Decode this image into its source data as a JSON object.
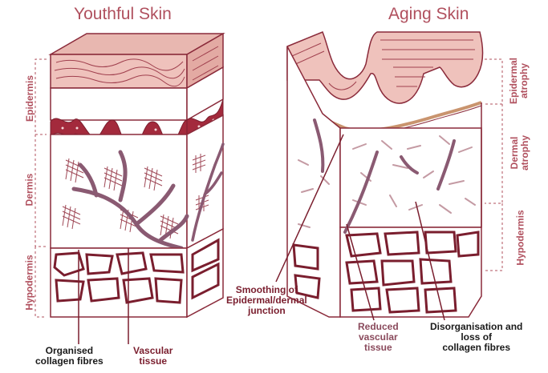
{
  "titles": {
    "youthful": "Youthful Skin",
    "aging": "Aging Skin"
  },
  "left_layers": {
    "epidermis": "Epidermis",
    "dermis": "Dermis",
    "hypodermis": "Hypodermis"
  },
  "right_layers": {
    "epidermal_atrophy": [
      "Epidermal",
      "atrophy"
    ],
    "dermal_atrophy": [
      "Dermal",
      "atrophy"
    ],
    "hypodermis": "Hypodermis"
  },
  "annotations": {
    "organised_collagen": [
      "Organised",
      "collagen fibres"
    ],
    "vascular_tissue": [
      "Vascular",
      "tissue"
    ],
    "smoothing": [
      "Smoothing of",
      "Epidermal/dermal",
      "junction"
    ],
    "reduced_vascular": [
      "Reduced",
      "vascular",
      "tissue"
    ],
    "disorganisation": [
      "Disorganisation and",
      "loss of",
      "collagen fibres"
    ]
  },
  "colors": {
    "title": "#b0505e",
    "outline": "#8a2a3a",
    "epidermis_fill": "#eab7b3",
    "junction": "#a32a3c",
    "vessel": "#8a5a72",
    "collagen": "#a04a58"
  }
}
